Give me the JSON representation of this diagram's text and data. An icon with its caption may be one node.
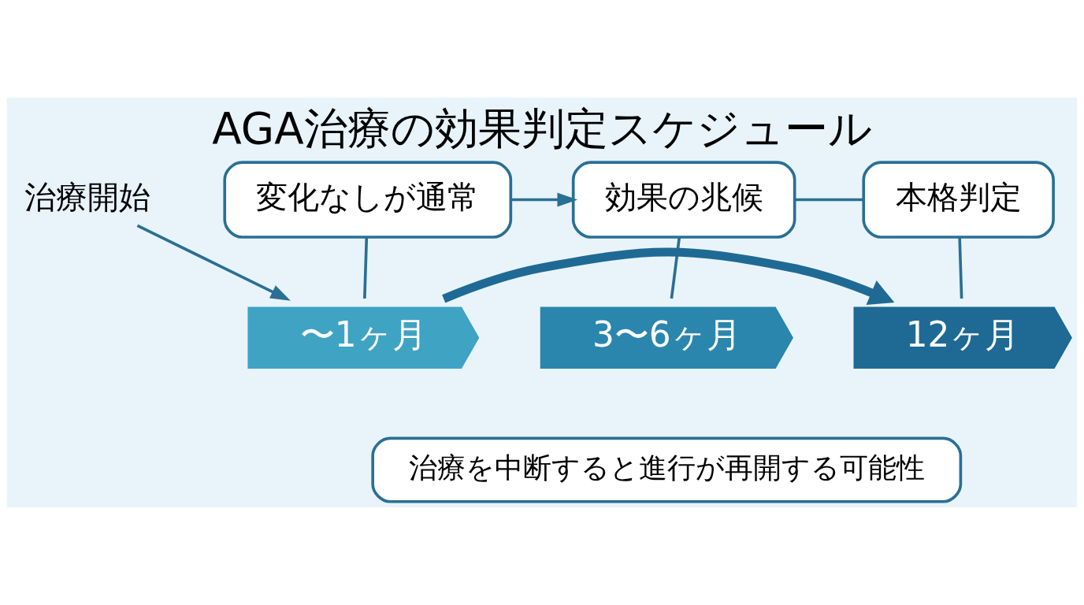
{
  "diagram": {
    "title": "AGA治療の効果判定スケジュール",
    "nodes": [
      {
        "text": [
          "治療開始"
        ]
      },
      {
        "text": [
          "変化なしが通常"
        ]
      },
      {
        "text": [
          "効果の兆候"
        ]
      },
      {
        "text": [
          "本格判定"
        ]
      },
      {
        "text": [
          "〜1ヶ月"
        ]
      },
      {
        "text": [
          "3〜6ヶ月"
        ]
      },
      {
        "text": [
          "12ヶ月"
        ]
      },
      {
        "text": [
          "治療を中断すると進行が再開する可能性"
        ]
      }
    ],
    "edges": [
      {
        "from": 0,
        "to": 4,
        "arrow": "to"
      },
      {
        "from": 1,
        "to": 2,
        "arrow": "to"
      },
      {
        "from": 2,
        "to": 3,
        "arrow": "none"
      },
      {
        "from": 1,
        "to": 4,
        "arrow": "none"
      },
      {
        "from": 2,
        "to": 5,
        "arrow": "none"
      },
      {
        "from": 3,
        "to": 6,
        "arrow": "none"
      },
      {
        "from": 4,
        "to": 6,
        "arrow": "to",
        "style": "thick",
        "color": "#1f6a94"
      }
    ]
  }
}
